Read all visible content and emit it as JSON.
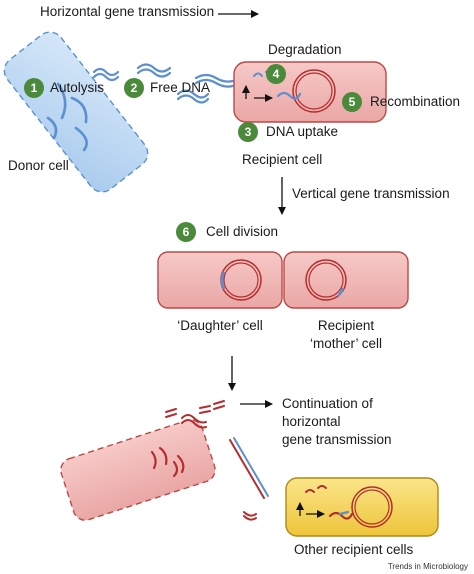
{
  "title": "Horizontal gene transmission",
  "labels": {
    "autolysis": "Autolysis",
    "free_dna": "Free DNA",
    "degradation": "Degradation",
    "recombination": "Recombination",
    "dna_uptake": "DNA uptake",
    "donor_cell": "Donor cell",
    "recipient_cell": "Recipient cell",
    "vertical": "Vertical gene transmission",
    "cell_division": "Cell division",
    "daughter_cell": "‘Daughter’ cell",
    "recipient_mother_line1": "Recipient",
    "recipient_mother_line2": "‘mother’ cell",
    "continuation_line1": "Continuation of",
    "continuation_line2": "horizontal",
    "continuation_line3": "gene transmission",
    "other_recipient": "Other recipient cells"
  },
  "steps": [
    "1",
    "2",
    "3",
    "4",
    "5",
    "6"
  ],
  "footer": "Trends in Microbiology",
  "colors": {
    "step_badge": "#4a8a3a",
    "donor_fill": "#bcd8f2",
    "donor_stroke": "#5b8fd0",
    "recipient_fill": "#f0b9b7",
    "recipient_stroke": "#b84a48",
    "other_fill": "#f3d34d",
    "other_stroke": "#b08a12",
    "dna_blue": "#5b8fd0",
    "dna_red": "#b32e2e"
  }
}
